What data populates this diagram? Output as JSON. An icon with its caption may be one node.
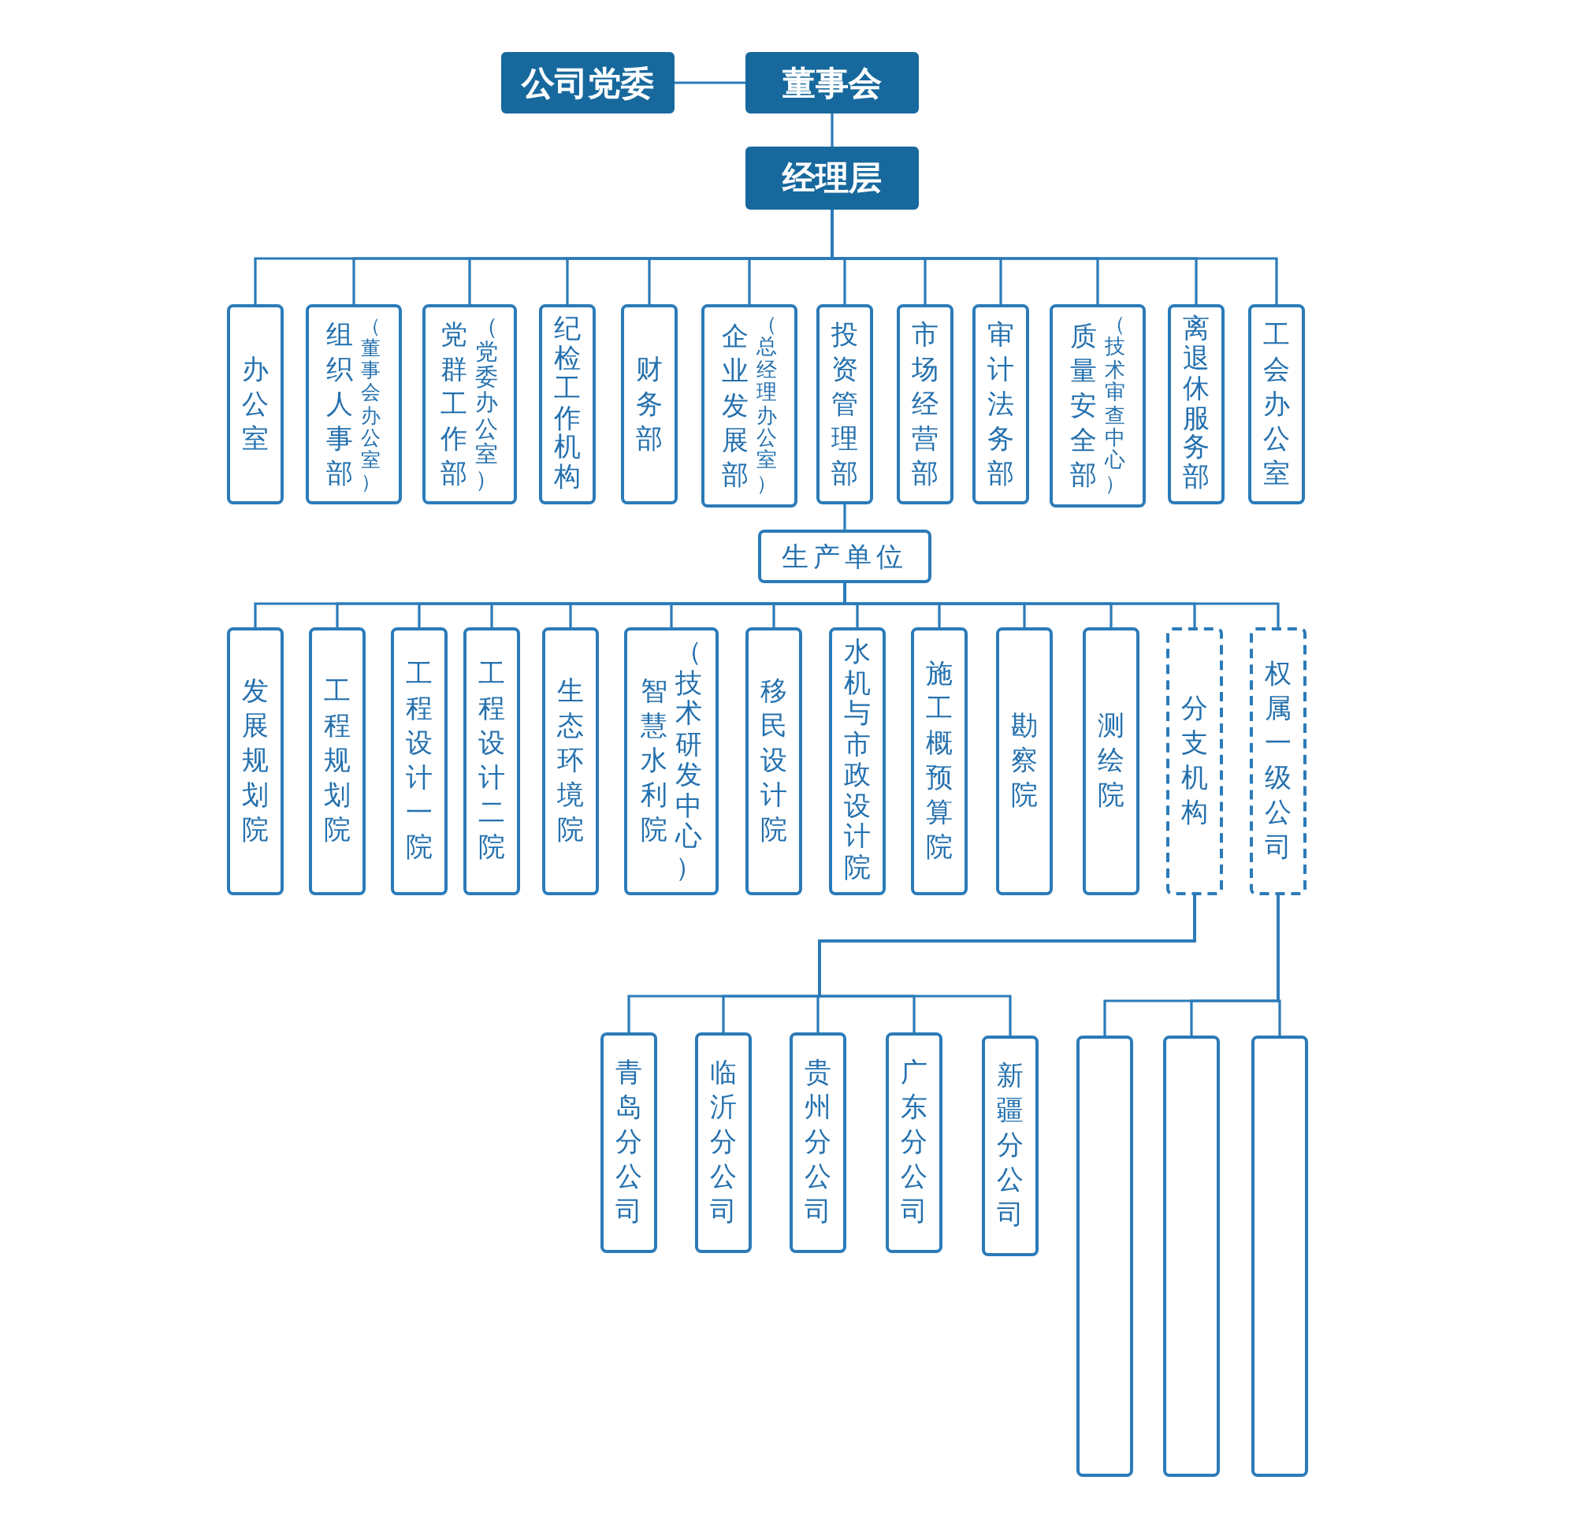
{
  "diagram": {
    "nodes": [
      {
        "text": [
          "公司党委"
        ]
      },
      {
        "text": [
          "董事会"
        ]
      },
      {
        "text": [
          "经理层"
        ]
      },
      {
        "text": [
          "办公室"
        ]
      },
      {
        "text": [
          "组织人事部",
          "（董事会办公室）"
        ]
      },
      {
        "text": [
          "党群工作部",
          "（党委办公室）"
        ]
      },
      {
        "text": [
          "纪检工作机构"
        ]
      },
      {
        "text": [
          "财务部"
        ]
      },
      {
        "text": [
          "企业发展部",
          "（总经理办公室）"
        ]
      },
      {
        "text": [
          "投资管理部"
        ]
      },
      {
        "text": [
          "市场经营部"
        ]
      },
      {
        "text": [
          "审计法务部"
        ]
      },
      {
        "text": [
          "质量安全部",
          "（技术审查中心）"
        ]
      },
      {
        "text": [
          "离退休服务部"
        ]
      },
      {
        "text": [
          "工会办公室"
        ]
      },
      {
        "text": [
          "生产单位"
        ]
      },
      {
        "text": [
          "发展规划院"
        ]
      },
      {
        "text": [
          "工程规划院"
        ]
      },
      {
        "text": [
          "工程设计一院"
        ]
      },
      {
        "text": [
          "工程设计二院"
        ]
      },
      {
        "text": [
          "生态环境院"
        ]
      },
      {
        "text": [
          "智慧水利院",
          "（技术研发中心）"
        ]
      },
      {
        "text": [
          "移民设计院"
        ]
      },
      {
        "text": [
          "水机与市政设计院"
        ]
      },
      {
        "text": [
          "施工概预算院"
        ]
      },
      {
        "text": [
          "勘察院"
        ]
      },
      {
        "text": [
          "测绘院"
        ]
      },
      {
        "text": [
          "分支机构"
        ]
      },
      {
        "text": [
          "权属一级公司"
        ]
      },
      {
        "text": [
          "青岛分公司"
        ]
      },
      {
        "text": [
          "临沂分公司"
        ]
      },
      {
        "text": [
          "贵州分公司"
        ]
      },
      {
        "text": [
          "广东分公司"
        ]
      },
      {
        "text": [
          "新疆分公司"
        ]
      },
      {
        "text": [],
        "shape": "box"
      },
      {
        "text": [],
        "shape": "box"
      },
      {
        "text": [],
        "shape": "box"
      }
    ],
    "edges": [
      {
        "from": 1,
        "to": 0,
        "arrow": "none"
      },
      {
        "from": 1,
        "to": 2,
        "arrow": "none"
      },
      {
        "from": 2,
        "to": 3,
        "arrow": "none"
      },
      {
        "from": 2,
        "to": 4,
        "arrow": "none"
      },
      {
        "from": 2,
        "to": 5,
        "arrow": "none"
      },
      {
        "from": 2,
        "to": 6,
        "arrow": "none"
      },
      {
        "from": 2,
        "to": 7,
        "arrow": "none"
      },
      {
        "from": 2,
        "to": 8,
        "arrow": "none"
      },
      {
        "from": 2,
        "to": 9,
        "arrow": "none"
      },
      {
        "from": 2,
        "to": 10,
        "arrow": "none"
      },
      {
        "from": 2,
        "to": 11,
        "arrow": "none"
      },
      {
        "from": 2,
        "to": 12,
        "arrow": "none"
      },
      {
        "from": 2,
        "to": 13,
        "arrow": "none"
      },
      {
        "from": 2,
        "to": 14,
        "arrow": "none"
      },
      {
        "from": 9,
        "to": 15,
        "arrow": "none"
      },
      {
        "from": 15,
        "to": 16,
        "arrow": "none"
      },
      {
        "from": 15,
        "to": 17,
        "arrow": "none"
      },
      {
        "from": 15,
        "to": 18,
        "arrow": "none"
      },
      {
        "from": 15,
        "to": 19,
        "arrow": "none"
      },
      {
        "from": 15,
        "to": 20,
        "arrow": "none"
      },
      {
        "from": 15,
        "to": 21,
        "arrow": "none"
      },
      {
        "from": 15,
        "to": 22,
        "arrow": "none"
      },
      {
        "from": 15,
        "to": 23,
        "arrow": "none"
      },
      {
        "from": 15,
        "to": 24,
        "arrow": "none"
      },
      {
        "from": 15,
        "to": 25,
        "arrow": "none"
      },
      {
        "from": 15,
        "to": 26,
        "arrow": "none"
      },
      {
        "from": 15,
        "to": 27,
        "arrow": "none"
      },
      {
        "from": 15,
        "to": 28,
        "arrow": "none"
      },
      {
        "from": 27,
        "to": 29,
        "arrow": "none"
      },
      {
        "from": 27,
        "to": 30,
        "arrow": "none"
      },
      {
        "from": 27,
        "to": 31,
        "arrow": "none"
      },
      {
        "from": 27,
        "to": 32,
        "arrow": "none"
      },
      {
        "from": 27,
        "to": 33,
        "arrow": "none"
      },
      {
        "from": 28,
        "to": 34,
        "arrow": "none"
      },
      {
        "from": 28,
        "to": 35,
        "arrow": "none"
      },
      {
        "from": 28,
        "to": 36,
        "arrow": "none"
      }
    ]
  }
}
